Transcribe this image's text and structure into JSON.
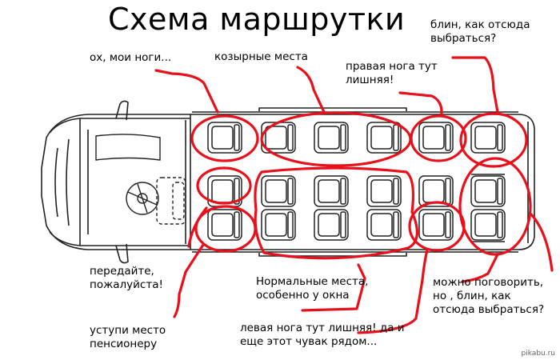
{
  "title": "Схема маршрутки",
  "labels": {
    "legs": "ох, мои ноги...",
    "trump": "козырные места",
    "right_leg": "правая нога тут\nлишняя!",
    "exit_top": "блин, как отсюда\nвыбраться?",
    "pass": "передайте,\nпожалуйста!",
    "normal": "Нормальные места,\nособенно у окна",
    "talk": "можно поговорить,\nно , блин, как\nотсюда выбраться?",
    "pensioner": "уступи место\nпенсионеру",
    "left_leg": "левая нога тут лишняя! да и\nеще этот чувак рядом..."
  },
  "watermark": "pikabu.ru",
  "colors": {
    "annotation": "#e8101a",
    "outline": "#222222",
    "text": "#000000"
  }
}
